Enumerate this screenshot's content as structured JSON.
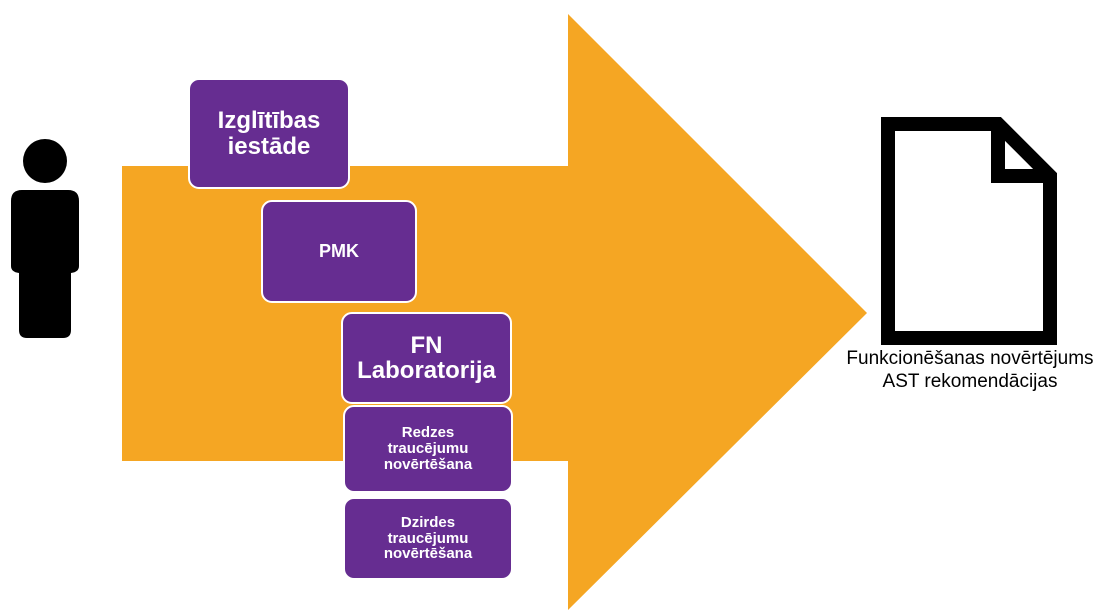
{
  "colors": {
    "arrow": "#F5A623",
    "box": "#662D91",
    "box_border": "#FFFFFF",
    "icon": "#000000"
  },
  "icons": {
    "person": "person-icon",
    "document": "document-icon"
  },
  "steps": [
    {
      "id": "izglitibas",
      "line1": "Izglītības",
      "line2": "iestāde"
    },
    {
      "id": "pmk",
      "line1": "PMK"
    },
    {
      "id": "fn",
      "line1": "FN",
      "line2": "Laboratorija"
    },
    {
      "id": "redzes",
      "line1": "Redzes",
      "line2": "traucējumu",
      "line3": "novērtēšana"
    },
    {
      "id": "dzirdes",
      "line1": "Dzirdes",
      "line2": "traucējumu",
      "line3": "novērtēšana"
    }
  ],
  "output": {
    "line1": "Funkcionēšanas novērtējums",
    "line2": "AST rekomendācijas"
  }
}
